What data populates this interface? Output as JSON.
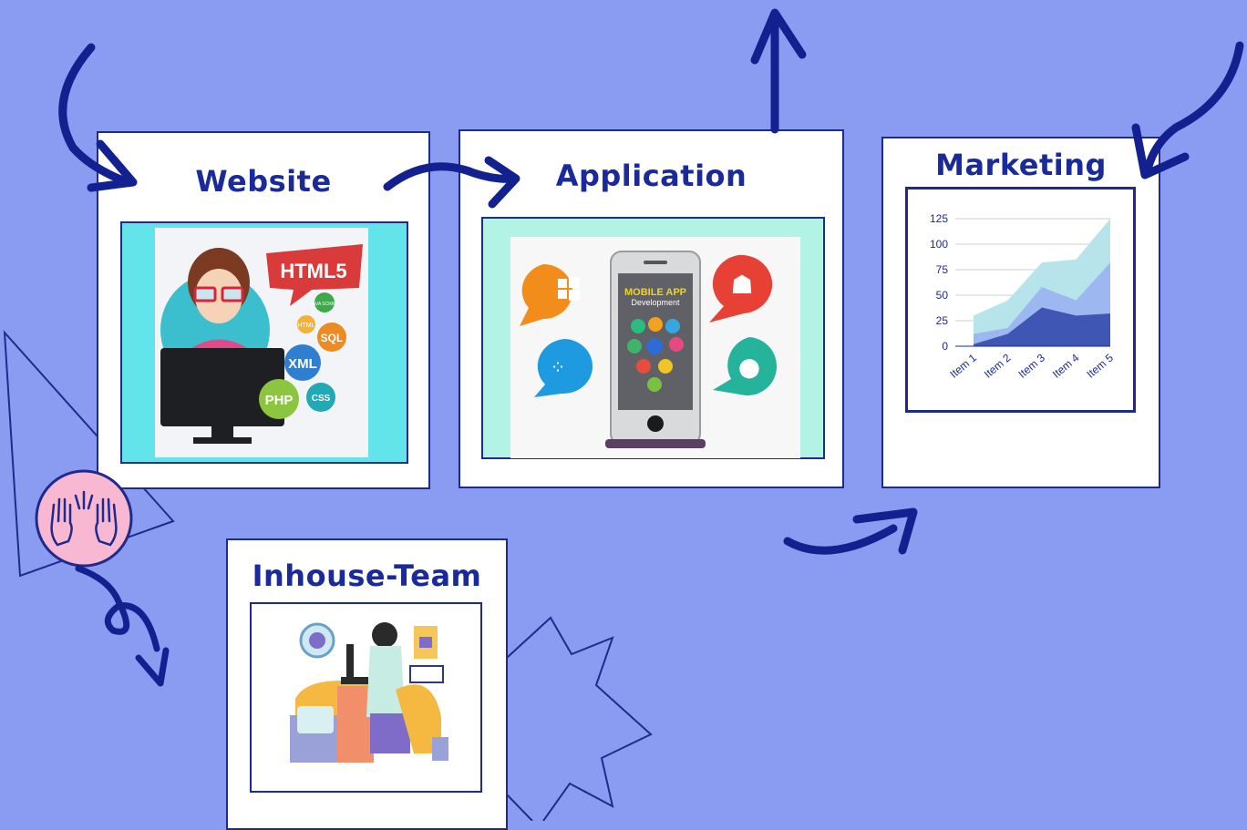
{
  "cards": {
    "website": {
      "title": "Website"
    },
    "application": {
      "title": "Application"
    },
    "marketing": {
      "title": "Marketing"
    },
    "inhouse": {
      "title": "Inhouse-Team"
    }
  },
  "website_image": {
    "html5": "HTML5",
    "js": "JAVA SCRIPT",
    "html": "HTML",
    "sql": "SQL",
    "xml": "XML",
    "php": "PHP",
    "css": "CSS"
  },
  "application_image": {
    "line1": "MOBILE APP",
    "line2": "Development"
  },
  "chart_data": {
    "type": "area",
    "categories": [
      "Item 1",
      "Item 2",
      "Item 3",
      "Item 4",
      "Item 5"
    ],
    "series": [
      {
        "values": [
          30,
          45,
          82,
          85,
          125
        ],
        "color": "#b7e4ea"
      },
      {
        "values": [
          12,
          18,
          58,
          45,
          82
        ],
        "color": "#9db8f0"
      },
      {
        "values": [
          2,
          12,
          38,
          30,
          32
        ],
        "color": "#3f56b4"
      }
    ],
    "yticks": [
      "0",
      "25",
      "50",
      "75",
      "100",
      "125"
    ],
    "ylim": [
      0,
      125
    ],
    "grid": true,
    "legend": "none"
  },
  "colors": {
    "background": "#8a9cf2",
    "accent": "#1a2a9a",
    "frame_teal": "#63e3ea",
    "frame_mint": "#b3f3e6"
  }
}
